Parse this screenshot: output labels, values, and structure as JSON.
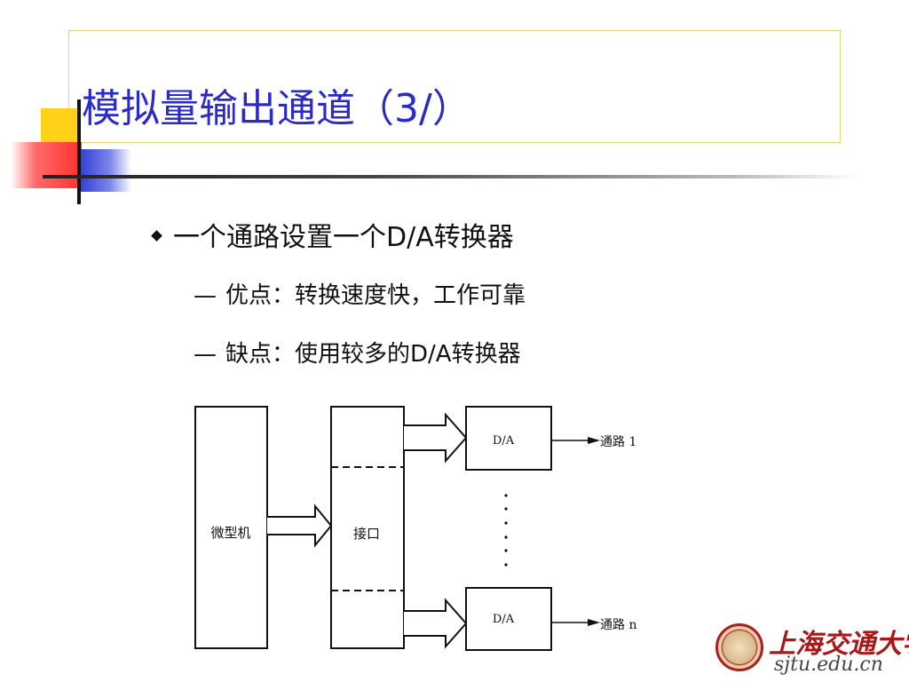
{
  "slide": {
    "title": "模拟量输出通道（3/）",
    "bullet": "一个通路设置一个D/A转换器",
    "sub_items": [
      "优点：转换速度快，工作可靠",
      "缺点：使用较多的D/A转换器"
    ],
    "dash": "—"
  },
  "diagram": {
    "microcomputer": "微型机",
    "interface": "接口",
    "da_top": "D/A",
    "da_bottom": "D/A",
    "channel_1": "通路 1",
    "channel_n": "通路 n"
  },
  "logo": {
    "name": "上海交通大学",
    "url": "sjtu.edu.cn"
  },
  "colors": {
    "title": "#2a2ac8",
    "logo": "#a81818"
  }
}
